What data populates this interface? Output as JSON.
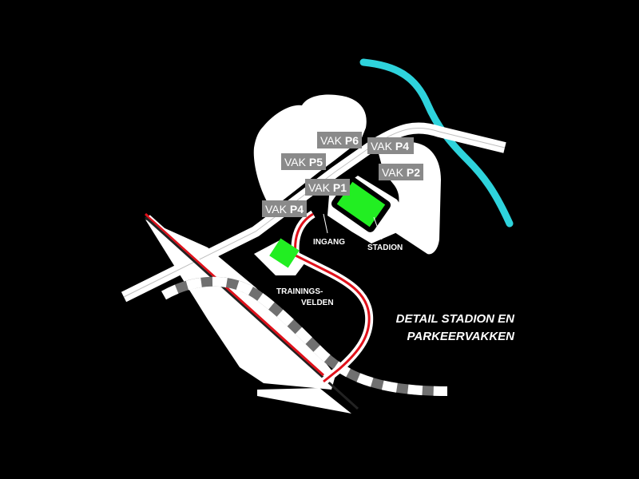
{
  "colors": {
    "background": "#000000",
    "land": "#ffffff",
    "river": "#2ed3dc",
    "field": "#22ee22",
    "rail": "#e0111b",
    "label_box": "#8a8a8a",
    "dashed_road_dark": "#707070"
  },
  "parking": {
    "p6": {
      "prefix": "VAK",
      "code": "P6"
    },
    "p5": {
      "prefix": "VAK",
      "code": "P5"
    },
    "p4_north": {
      "prefix": "VAK",
      "code": "P4"
    },
    "p2": {
      "prefix": "VAK",
      "code": "P2"
    },
    "p1": {
      "prefix": "VAK",
      "code": "P1"
    },
    "p4_west": {
      "prefix": "VAK",
      "code": "P4"
    }
  },
  "labels": {
    "ingang": "INGANG",
    "stadion": "STADION",
    "trainings_line1": "TRAININGS-",
    "trainings_line2": "VELDEN"
  },
  "title": {
    "line1": "DETAIL STADION EN",
    "line2": "PARKEERVAKKEN"
  }
}
